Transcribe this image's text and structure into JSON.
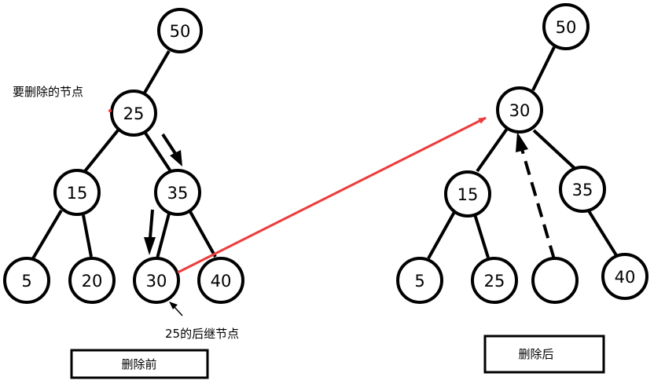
{
  "before": {
    "nodes": [
      "50",
      "25",
      "15",
      "35",
      "5",
      "20",
      "30",
      "40"
    ],
    "note_delete": "要删除的节点",
    "note_successor": "25的后继节点",
    "caption": "删除前"
  },
  "after": {
    "nodes": [
      "50",
      "30",
      "15",
      "35",
      "5",
      "25",
      "",
      "40"
    ],
    "caption": "删除后"
  },
  "colors": {
    "stroke": "#000000",
    "highlight": "#ee3b3b"
  }
}
